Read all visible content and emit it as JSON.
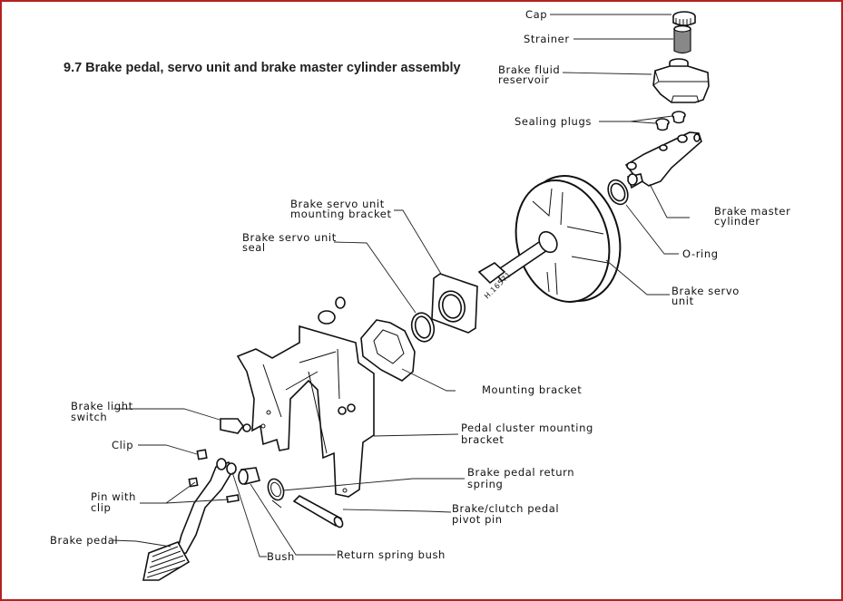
{
  "figure": {
    "title": "9.7  Brake pedal, servo unit and brake master cylinder assembly",
    "drawing_ref": "H.16571",
    "border_color": "#b22222",
    "labels": {
      "cap": [
        "Cap"
      ],
      "strainer": [
        "Strainer"
      ],
      "reservoir": [
        "Brake fluid",
        "reservoir"
      ],
      "sealing_plugs": [
        "Sealing plugs"
      ],
      "master_cylinder": [
        "Brake master",
        "cylinder"
      ],
      "o_ring": [
        "O-ring"
      ],
      "servo_unit": [
        "Brake servo",
        "unit"
      ],
      "servo_mounting_bracket": [
        "Brake servo unit",
        "mounting bracket"
      ],
      "servo_seal": [
        "Brake servo unit",
        "seal"
      ],
      "mounting_bracket": [
        "Mounting bracket"
      ],
      "pedal_cluster_bracket": [
        "Pedal cluster mounting",
        "bracket"
      ],
      "return_spring": [
        "Brake pedal return",
        "spring"
      ],
      "pivot_pin": [
        "Brake/clutch pedal",
        "pivot pin"
      ],
      "return_spring_bush": [
        "Return spring bush"
      ],
      "bush": [
        "Bush"
      ],
      "brake_pedal": [
        "Brake pedal"
      ],
      "pin_with_clip": [
        "Pin with",
        "clip"
      ],
      "clip": [
        "Clip"
      ],
      "brake_light_switch": [
        "Brake light",
        "switch"
      ]
    }
  }
}
